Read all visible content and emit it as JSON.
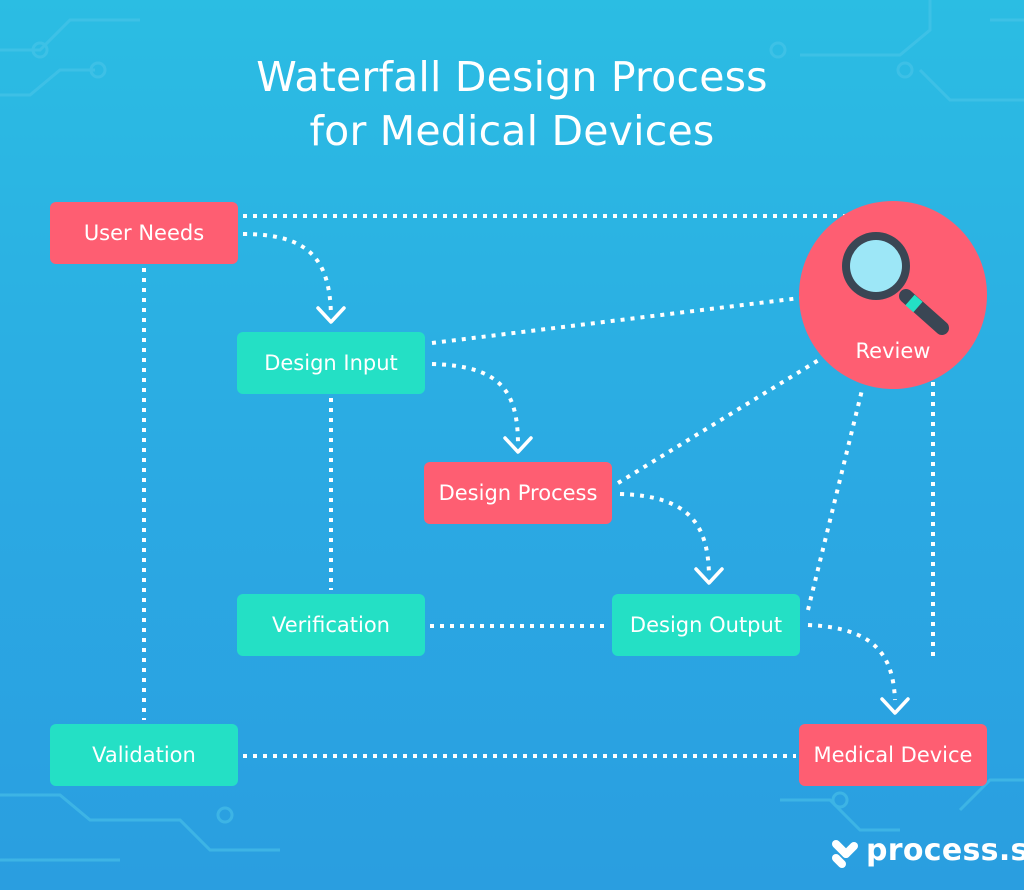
{
  "title": {
    "line1": "Waterfall Design Process",
    "line2": "for Medical Devices"
  },
  "nodes": {
    "user_needs": "User Needs",
    "design_input": "Design Input",
    "design_process": "Design Process",
    "design_output": "Design Output",
    "verification": "Verification",
    "validation": "Validation",
    "medical_device": "Medical Device",
    "review": "Review"
  },
  "logo": {
    "text": "process.st"
  },
  "icons": {
    "review": "magnifying-glass-icon",
    "logo": "process-st-logo-icon"
  },
  "colors": {
    "background": "#2bb4e3",
    "red_node": "#fe5e72",
    "teal_node": "#24e0c5",
    "connector": "#ffffff"
  }
}
